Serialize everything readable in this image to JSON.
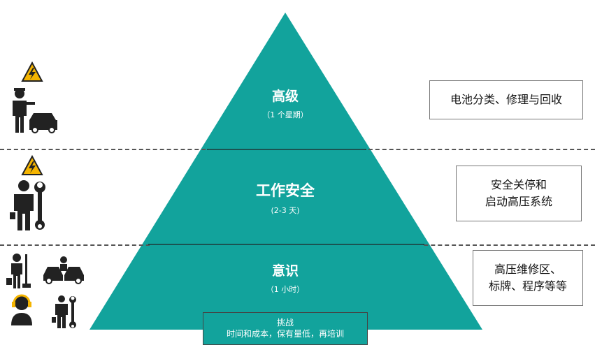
{
  "tiers": [
    {
      "title": "高级",
      "duration": "（1 个星期）",
      "description": "电池分类、修理与回收"
    },
    {
      "title": "工作安全",
      "duration": "(2-3 天)",
      "description": [
        "安全关停和",
        "启动高压系统"
      ]
    },
    {
      "title": "意识",
      "duration": "（1 小时）",
      "description": [
        "高压维修区、",
        "标牌、程序等等"
      ]
    }
  ],
  "challenge": {
    "title": "挑战",
    "text": "时间和成本，保有量低，再培训"
  },
  "icons": [
    "high-voltage-warning-icon",
    "mechanic-with-car-icon",
    "mechanic-with-wrench-icon",
    "cleaner-icon",
    "car-crash-icon",
    "call-center-agent-icon"
  ],
  "colors": {
    "pyramid": "#12a39c",
    "text_on_pyramid": "#ffffff",
    "divider": "#555555"
  }
}
